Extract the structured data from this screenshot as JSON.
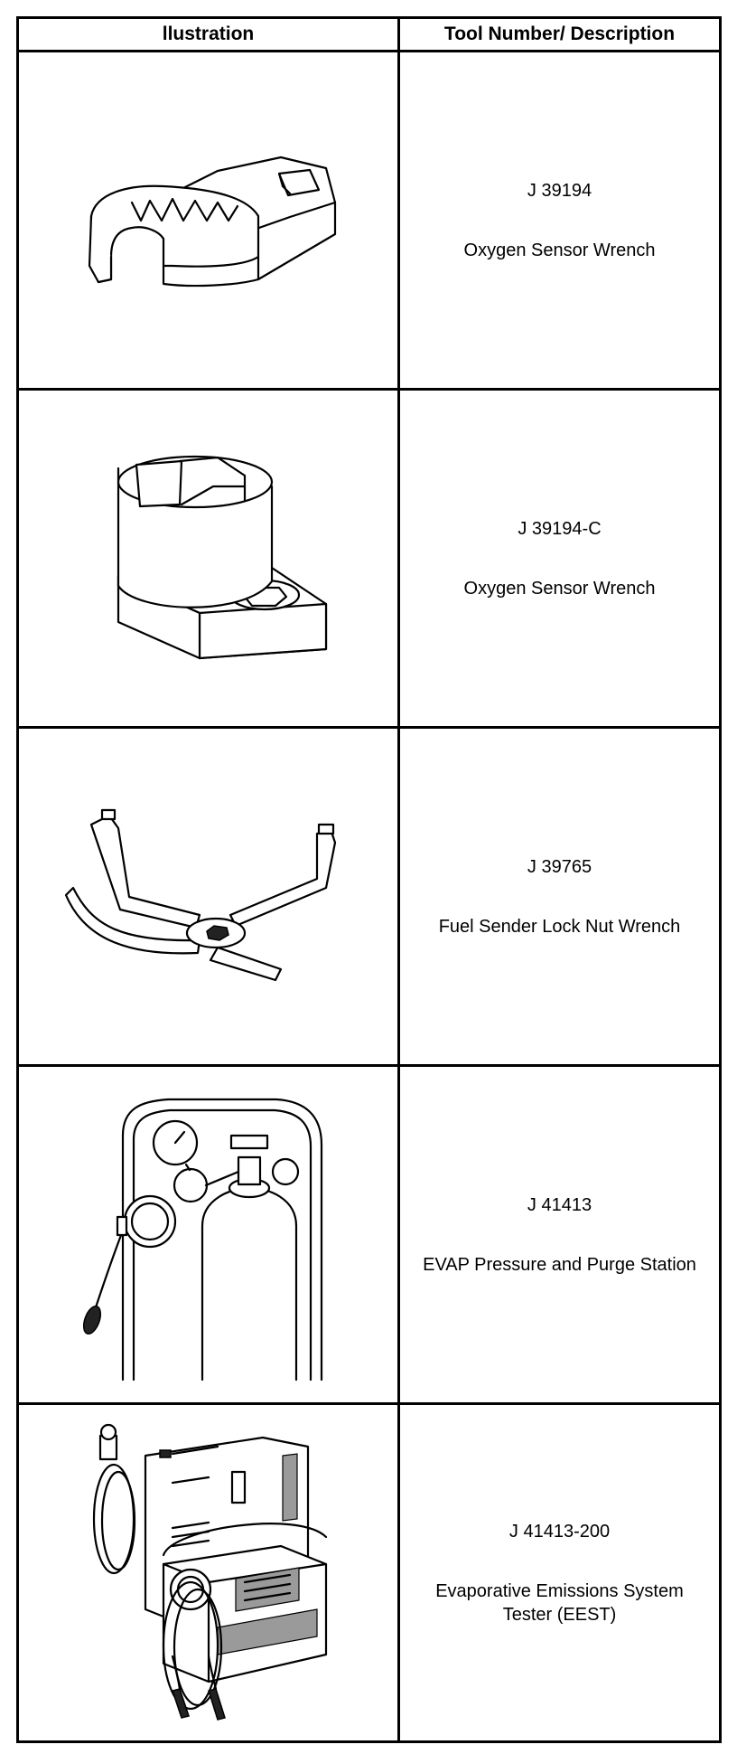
{
  "table": {
    "headers": {
      "illustration": "llustration",
      "tool": "Tool Number/ Description"
    },
    "rows": [
      {
        "number": "J 39194",
        "description": "Oxygen Sensor Wrench",
        "icon": "crowfoot-wrench-icon"
      },
      {
        "number": "J 39194-C",
        "description": "Oxygen Sensor Wrench",
        "icon": "offset-socket-wrench-icon"
      },
      {
        "number": "J 39765",
        "description": "Fuel Sender Lock Nut Wrench",
        "icon": "spider-wrench-icon"
      },
      {
        "number": "J 41413",
        "description": "EVAP Pressure and Purge Station",
        "icon": "pressure-station-icon"
      },
      {
        "number": "J 41413-200",
        "description": "Evaporative Emissions System Tester (EEST)",
        "icon": "emissions-tester-icon"
      }
    ]
  }
}
